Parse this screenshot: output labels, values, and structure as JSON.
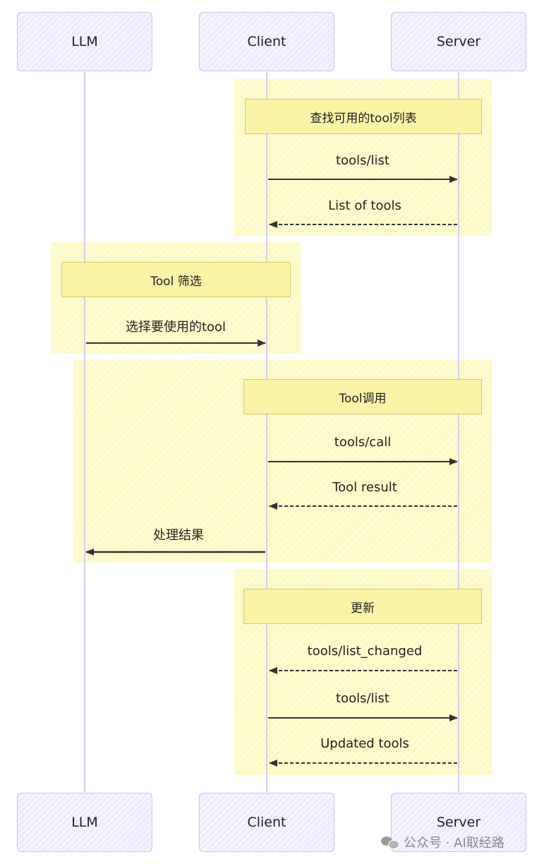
{
  "actors": {
    "llm": "LLM",
    "client": "Client",
    "server": "Server"
  },
  "notes": {
    "find_tools": "查找可用的tool列表",
    "filter": "Tool 筛选",
    "invoke": "Tool调用",
    "update": "更新"
  },
  "messages": {
    "list1": "tools/list",
    "list_of_tools": "List of tools",
    "select_tool": "选择要使用的tool",
    "call": "tools/call",
    "tool_result": "Tool result",
    "process_result": "处理结果",
    "list_changed": "tools/list_changed",
    "list2": "tools/list",
    "updated_tools": "Updated tools"
  },
  "watermark": {
    "text": "公众号 · AI取经路",
    "icon": "wechat-icon"
  },
  "colors": {
    "actor_fill": "#ececfd",
    "actor_border": "#c9c4ec",
    "group_fill": "#fdf9c4",
    "note_fill": "#fbf3a6",
    "note_border": "#d8c969",
    "arrow": "#333333",
    "lifeline": "#d6d0f0"
  }
}
